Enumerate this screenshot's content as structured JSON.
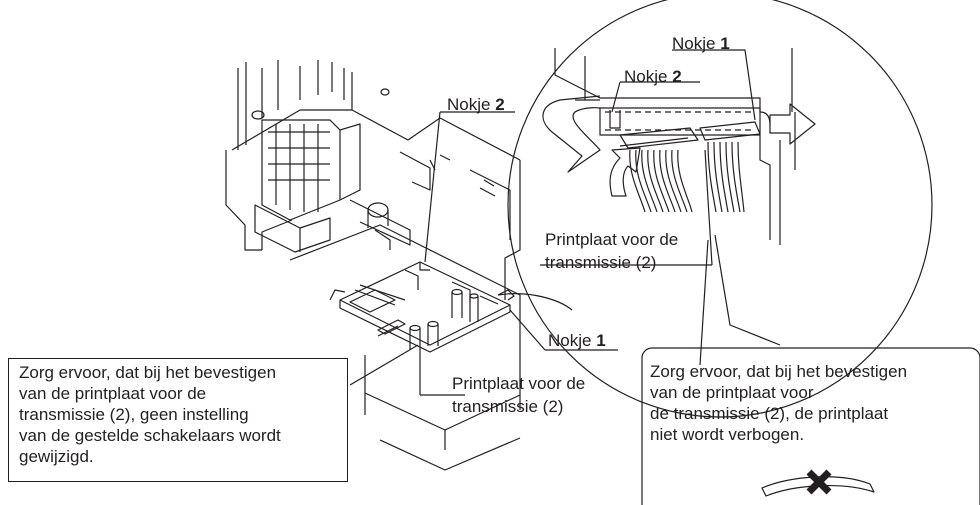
{
  "labels": {
    "tab1_detail": {
      "text": "Nokje",
      "number": "1"
    },
    "tab2_detail": {
      "text": "Nokje",
      "number": "2"
    },
    "tab2_main": {
      "text": "Nokje",
      "number": "2"
    },
    "tab1_main": {
      "text": "Nokje",
      "number": "1"
    },
    "pcb_detail": [
      "Printplaat voor de",
      "transmissie (2)"
    ],
    "pcb_main": [
      "Printplaat voor de",
      "transmissie (2)"
    ]
  },
  "note_left": [
    "Zorg ervoor, dat bij het bevestigen",
    "van de printplaat voor de",
    "transmissie (2), geen instelling",
    "van de gestelde schakelaars wordt",
    "gewijzigd."
  ],
  "note_right": [
    "Zorg ervoor, dat bij het bevestigen",
    "van de printplaat voor",
    "de transmissie (2), de printplaat",
    "niet wordt verbogen."
  ],
  "icons": {
    "prohibited": "cross-mark-icon"
  }
}
